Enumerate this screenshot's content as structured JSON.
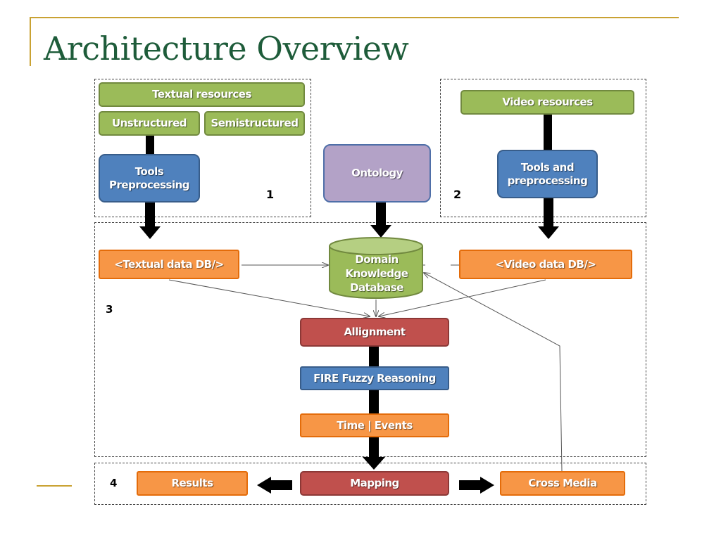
{
  "slide": {
    "title": "Architecture Overview",
    "accent_color": "#c9a233",
    "title_color": "#1e5c3a"
  },
  "diagram": {
    "section_numbers": [
      "1",
      "2",
      "3",
      "4"
    ],
    "nodes": {
      "textual_resources": "Textual resources",
      "unstructured": "Unstructured",
      "semistructured": "Semistructured",
      "tools_preprocessing": "Tools Preprocessing",
      "ontology": "Ontology",
      "video_resources": "Video resources",
      "tools_and_preprocessing": "Tools and preprocessing",
      "textual_data_db": "<Textual data DB/>",
      "domain_knowledge_db": "Domain Knowledge Database",
      "video_data_db": "<Video data DB/>",
      "allignment": "Allignment",
      "fire_fuzzy_reasoning": "FIRE Fuzzy Reasoning",
      "time_events": "Time | Events",
      "results": "Results",
      "mapping": "Mapping",
      "cross_media": "Cross Media"
    },
    "colors": {
      "resource_green": "#9bbb59",
      "tool_blue": "#4f81bd",
      "ontology_purple": "#b3a2c7",
      "data_orange": "#f79646",
      "process_red": "#c0504d"
    }
  }
}
